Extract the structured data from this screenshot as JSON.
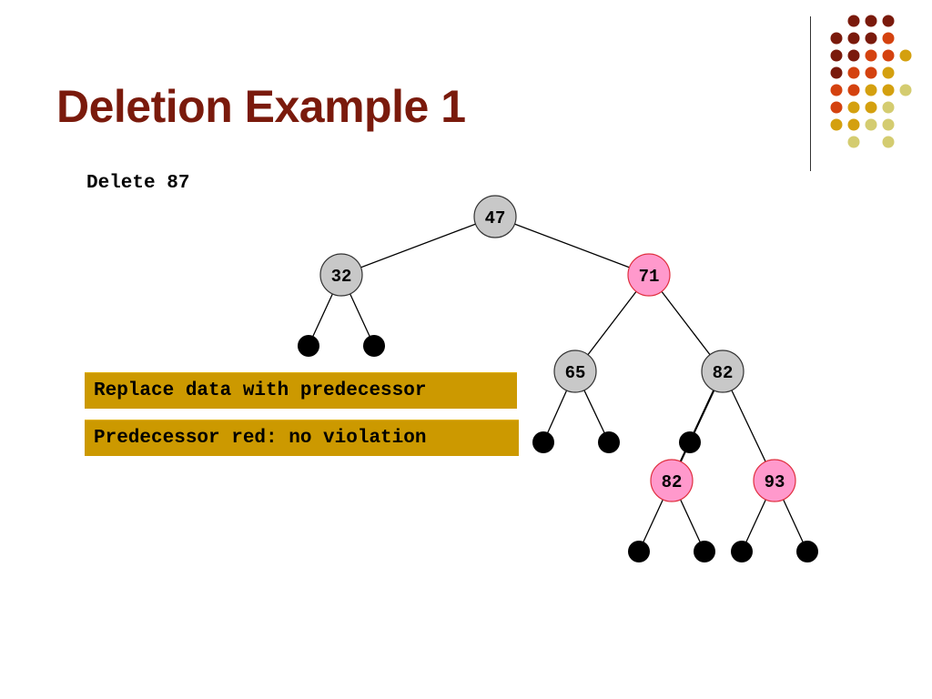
{
  "slide": {
    "title": "Deletion Example 1",
    "subtitle": "Delete 87"
  },
  "callouts": [
    "Replace data with predecessor",
    "Predecessor red: no violation"
  ],
  "colors": {
    "title": "#7a1a0c",
    "black_node": "#c8c8c8",
    "red_node": "#ff99cc",
    "red_node_border": "#e03040",
    "leaf": "#000000",
    "callout_bg": "#cc9900",
    "dot_palette": [
      "#7a1a0c",
      "#d4420f",
      "#d4a00f",
      "#d4cc70"
    ]
  },
  "tree": {
    "nodes": [
      {
        "id": "n47",
        "label": "47",
        "color": "black"
      },
      {
        "id": "n32",
        "label": "32",
        "color": "black"
      },
      {
        "id": "n71",
        "label": "71",
        "color": "red"
      },
      {
        "id": "n65",
        "label": "65",
        "color": "black"
      },
      {
        "id": "n82a",
        "label": "82",
        "color": "black"
      },
      {
        "id": "n82b",
        "label": "82",
        "color": "red"
      },
      {
        "id": "n93",
        "label": "93",
        "color": "red"
      }
    ],
    "leaves": [
      "l1",
      "l2",
      "l3",
      "l4",
      "l5",
      "l6",
      "l7",
      "l8",
      "l9"
    ],
    "edges": [
      [
        "n47",
        "n32"
      ],
      [
        "n47",
        "n71"
      ],
      [
        "n32",
        "l1"
      ],
      [
        "n32",
        "l2"
      ],
      [
        "n71",
        "n65"
      ],
      [
        "n71",
        "n82a"
      ],
      [
        "n65",
        "l3"
      ],
      [
        "n65",
        "l4"
      ],
      [
        "n82a",
        "l5"
      ],
      [
        "n82a",
        "n82b"
      ],
      [
        "n82a",
        "n93"
      ],
      [
        "n82b",
        "l6"
      ],
      [
        "n82b",
        "l7"
      ],
      [
        "n93",
        "l8"
      ],
      [
        "n93",
        "l9"
      ]
    ]
  }
}
